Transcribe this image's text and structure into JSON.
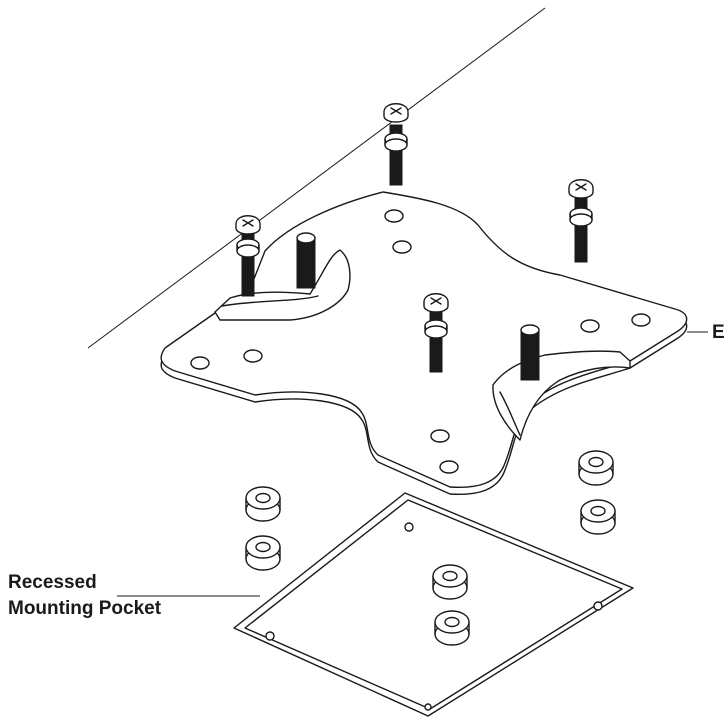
{
  "labels": {
    "recessed_line1": "Recessed",
    "recessed_line2": "Mounting Pocket",
    "right_partial": "E"
  },
  "colors": {
    "ink": "#1a1a1a",
    "background": "#ffffff"
  }
}
